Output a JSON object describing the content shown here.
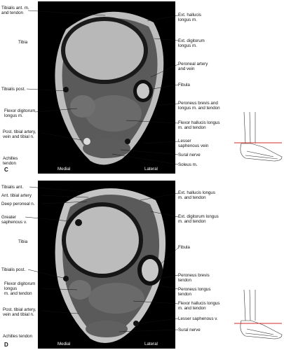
{
  "panels": [
    {
      "letter": "C",
      "medial": "Medial",
      "lateral": "Lateral",
      "left_labels": [
        "Tibialis ant. m.\nand tendon",
        "Tibia",
        "Tibialis post.",
        "Flexor digitorum\nlongus m.",
        "Post. tibial artery,\nvein and tibial n.",
        "Achilles\ntendon"
      ],
      "right_labels": [
        "Ext. hallucis\nlongus m.",
        "Ext. digitorum\nlongus m.",
        "Peroneal artery\nand vein",
        "Fibula",
        "Peroneus brevis and\nlongus m. and tendon",
        "Flexor hallucis longus\nm. and tendon",
        "Lesser\nsaphenous vein",
        "Sural nerve",
        "Soleus m."
      ]
    },
    {
      "letter": "D",
      "medial": "Medial",
      "lateral": "Lateral",
      "left_labels": [
        "Tibialis ant.",
        "Ant. tibial artery",
        "Deep peroneal n.",
        "Greater\nsaphenous v.",
        "Tibia",
        "Tibialis post.",
        "Flexor digitorum\nlongus\nm. and tendon",
        "Post. tibial artery,\nvein and tibial n.",
        "Achilles tendon"
      ],
      "right_labels": [
        "Ext. hallucis longus\nm. and tendon",
        "Ext. digitorum  longus\nm. and tendon",
        "Fibula",
        "Peroneus brevis\ntendon",
        "Peroneus longus\ntendon",
        "Flexor hallucis longus\nm. and tendon",
        "Lesser saphenous v.",
        "Sural nerve"
      ]
    }
  ]
}
